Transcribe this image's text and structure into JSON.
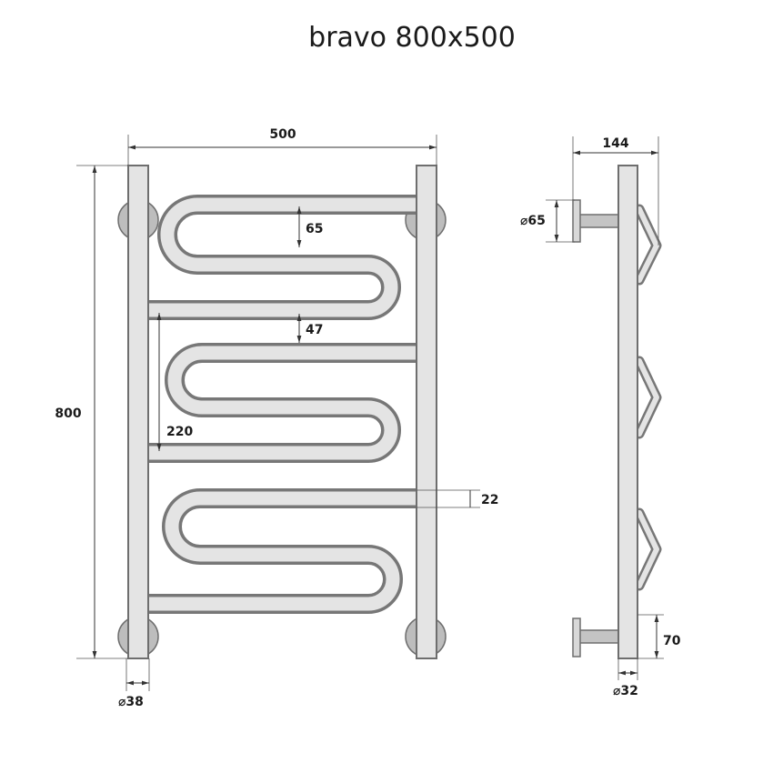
{
  "title": "bravo 800x500",
  "dimensions": {
    "width": "500",
    "height": "800",
    "top_gap": "65",
    "coil_gap": "47",
    "coil_pitch": "220",
    "tube_dia": "22",
    "post_dia": "⌀38",
    "depth": "144",
    "flange_dia": "⌀65",
    "bracket_height": "70",
    "side_post_dia": "⌀32"
  }
}
